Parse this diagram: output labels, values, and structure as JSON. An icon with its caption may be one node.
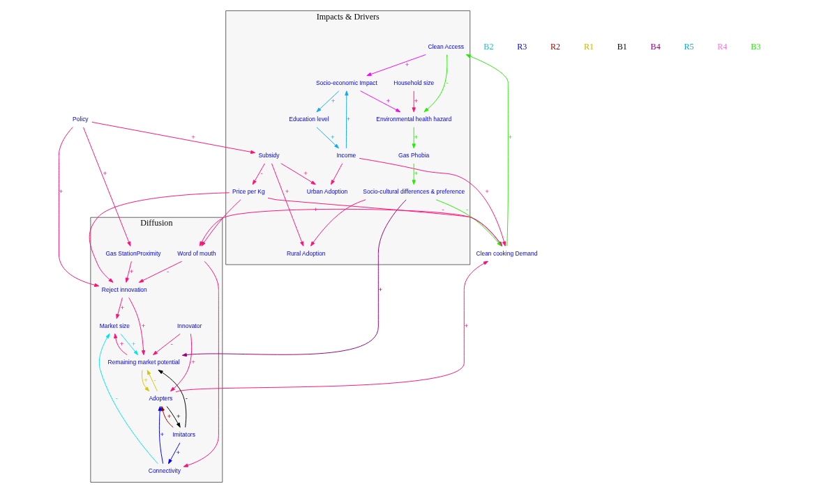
{
  "diagram": {
    "nodes": [
      {
        "text": [
          "Diffusion"
        ]
      },
      {
        "text": [
          "Impacts & Drivers"
        ]
      },
      {
        "text": [
          "Policy"
        ]
      },
      {
        "text": [
          "Gas StationProximity"
        ],
        "in": 0
      },
      {
        "text": [
          "Reject innovation"
        ],
        "in": 0
      },
      {
        "text": [
          "Market size"
        ],
        "in": 0
      },
      {
        "text": [
          "Word of mouth"
        ],
        "in": 0
      },
      {
        "text": [
          "Connectivity"
        ],
        "in": 0
      },
      {
        "text": [
          "Innovator"
        ],
        "in": 0
      },
      {
        "text": [
          "Adopters"
        ],
        "in": 0
      },
      {
        "text": [
          "Imitators"
        ],
        "in": 0
      },
      {
        "text": [
          "Remaining market potential"
        ],
        "in": 0
      },
      {
        "text": [
          "Clean cooking Demand"
        ]
      },
      {
        "text": [
          "Subsidy"
        ],
        "in": 1
      },
      {
        "text": [
          "Price per Kg"
        ],
        "in": 1
      },
      {
        "text": [
          "Rural Adoption"
        ],
        "in": 1
      },
      {
        "text": [
          "Education level"
        ],
        "in": 1
      },
      {
        "text": [
          "Income"
        ],
        "in": 1
      },
      {
        "text": [
          "Urban Adoption"
        ],
        "in": 1
      },
      {
        "text": [
          "Household size"
        ],
        "in": 1
      },
      {
        "text": [
          "Clean Access"
        ],
        "in": 1
      },
      {
        "text": [
          "Socio-economic Impact"
        ],
        "in": 1
      },
      {
        "text": [
          "Environmental health hazard"
        ],
        "in": 1
      },
      {
        "text": [
          "Gas Phobia"
        ],
        "in": 1
      },
      {
        "text": [
          "Socio-cultural differences & preference"
        ],
        "in": 1
      }
    ],
    "edges": [
      {
        "from": 2,
        "to": 3,
        "arrow": "to",
        "label": "+"
      },
      {
        "from": 2,
        "to": 4,
        "arrow": "to",
        "label": "+"
      },
      {
        "from": 2,
        "to": 13,
        "arrow": "to",
        "label": "+"
      },
      {
        "from": 14,
        "to": 4,
        "arrow": "to"
      },
      {
        "from": 3,
        "to": 4,
        "arrow": "to",
        "label": "+"
      },
      {
        "from": 6,
        "to": 4,
        "arrow": "to",
        "label": "-"
      },
      {
        "from": 4,
        "to": 5,
        "arrow": "to",
        "label": "+"
      },
      {
        "from": 4,
        "to": 11,
        "arrow": "to",
        "label": "+"
      },
      {
        "from": 14,
        "to": 6,
        "arrow": "to"
      },
      {
        "from": 12,
        "to": 6,
        "arrow": "to",
        "label": "+"
      },
      {
        "from": 6,
        "to": 7,
        "arrow": "to"
      },
      {
        "from": 7,
        "to": 5,
        "arrow": "to",
        "label": "-",
        "color": "#00e5ee"
      },
      {
        "from": 5,
        "to": 11,
        "arrow": "to",
        "label": "+",
        "color": "#00e5ee"
      },
      {
        "from": 11,
        "to": 5,
        "arrow": "to",
        "label": "+"
      },
      {
        "from": 8,
        "to": 11,
        "arrow": "to",
        "label": "-"
      },
      {
        "from": 8,
        "to": 9,
        "arrow": "to",
        "label": "+"
      },
      {
        "from": 7,
        "to": 9,
        "arrow": "to",
        "label": "+",
        "color": "#0000ee"
      },
      {
        "from": 10,
        "to": 7,
        "arrow": "to",
        "label": "+",
        "color": "#0000ee"
      },
      {
        "from": 10,
        "to": 9,
        "arrow": "to",
        "label": "+",
        "color": "#990000"
      },
      {
        "from": 9,
        "to": 10,
        "arrow": "to",
        "label": "+",
        "color": "#000000"
      },
      {
        "from": 10,
        "to": 11,
        "arrow": "to",
        "label": "-",
        "color": "#000000"
      },
      {
        "from": 9,
        "to": 11,
        "arrow": "to",
        "label": "-",
        "color": "#d6c600"
      },
      {
        "from": 11,
        "to": 9,
        "arrow": "to",
        "label": "+",
        "color": "#d6c600"
      },
      {
        "from": 9,
        "to": 12,
        "arrow": "to",
        "label": "+"
      },
      {
        "from": 14,
        "to": 12,
        "arrow": "to",
        "label": "-"
      },
      {
        "from": 17,
        "to": 12,
        "arrow": "to",
        "label": "+"
      },
      {
        "from": 12,
        "to": 20,
        "arrow": "to",
        "label": "+",
        "color": "#22ee00"
      },
      {
        "from": 20,
        "to": 22,
        "arrow": "to",
        "label": "-",
        "color": "#22ee00"
      },
      {
        "from": 24,
        "to": 12,
        "arrow": "to",
        "label": "-",
        "color": "#22ee00"
      },
      {
        "from": 24,
        "to": 11,
        "arrow": "to",
        "label": "+",
        "color": "#990077"
      },
      {
        "from": 24,
        "to": 15,
        "arrow": "to"
      },
      {
        "from": 13,
        "to": 14,
        "arrow": "to",
        "label": "-"
      },
      {
        "from": 13,
        "to": 15,
        "arrow": "to",
        "label": "+"
      },
      {
        "from": 13,
        "to": 18,
        "arrow": "to",
        "label": "+"
      },
      {
        "from": 16,
        "to": 17,
        "arrow": "to",
        "label": "+",
        "color": "#11aaee"
      },
      {
        "from": 17,
        "to": 18,
        "arrow": "to"
      },
      {
        "from": 17,
        "to": 21,
        "arrow": "to",
        "label": "+",
        "color": "#11aaee"
      },
      {
        "from": 20,
        "to": 21,
        "arrow": "to",
        "label": "+",
        "color": "#ff00ff"
      },
      {
        "from": 21,
        "to": 16,
        "arrow": "to",
        "label": "+",
        "color": "#11aaee"
      },
      {
        "from": 21,
        "to": 22,
        "arrow": "to",
        "label": "+",
        "color": "#ff00ff"
      },
      {
        "from": 19,
        "to": 22,
        "arrow": "to",
        "label": "+"
      },
      {
        "from": 22,
        "to": 23,
        "arrow": "to",
        "label": "+",
        "color": "#22ee00"
      },
      {
        "from": 23,
        "to": 24,
        "arrow": "to",
        "label": "+",
        "color": "#22ee00"
      }
    ],
    "labels": [
      "B2",
      "R3",
      "R2",
      "R1",
      "B1",
      "B4",
      "R5",
      "R4",
      "B3"
    ]
  }
}
